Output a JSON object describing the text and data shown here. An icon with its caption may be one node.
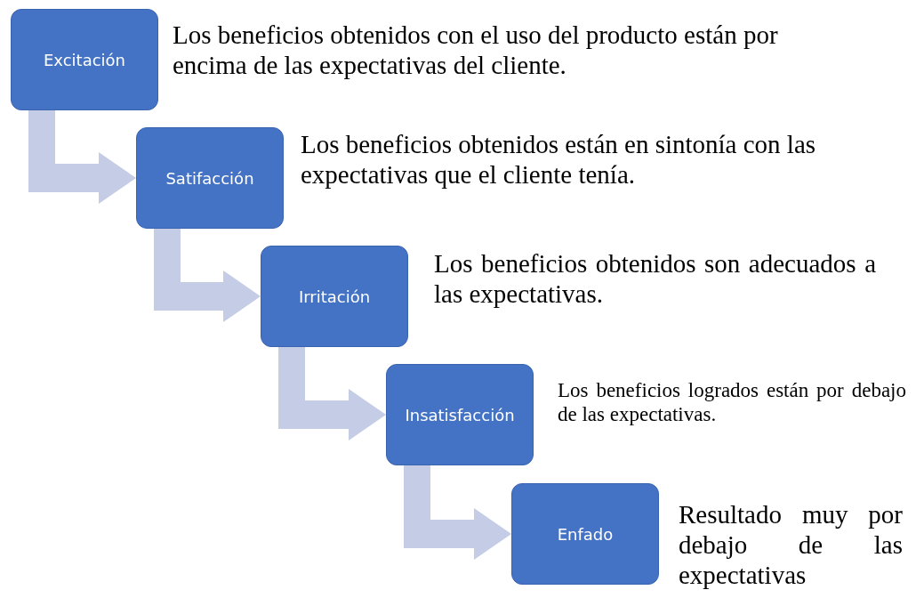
{
  "diagram": {
    "nodes": [
      {
        "text": [
          "Excitación"
        ],
        "beside": [
          "Los beneficios obtenidos con el uso del producto están por encima de las expectativas del cliente."
        ]
      },
      {
        "text": [
          "Satifacción"
        ],
        "beside": [
          "Los beneficios obtenidos están en sintonía con las expectativas que el cliente tenía."
        ]
      },
      {
        "text": [
          "Irritación"
        ],
        "beside": [
          "Los beneficios obtenidos son adecuados a las expectativas."
        ]
      },
      {
        "text": [
          "Insatisfacción"
        ],
        "beside": [
          "Los beneficios logrados están por debajo de las expectativas."
        ]
      },
      {
        "text": [
          "Enfado"
        ],
        "beside": [
          "Resultado muy por debajo de las expectativas"
        ]
      }
    ],
    "edges": [
      {
        "from": 0,
        "to": 1,
        "arrow": "to"
      },
      {
        "from": 1,
        "to": 2,
        "arrow": "to"
      },
      {
        "from": 2,
        "to": 3,
        "arrow": "to"
      },
      {
        "from": 3,
        "to": 4,
        "arrow": "to"
      }
    ]
  }
}
